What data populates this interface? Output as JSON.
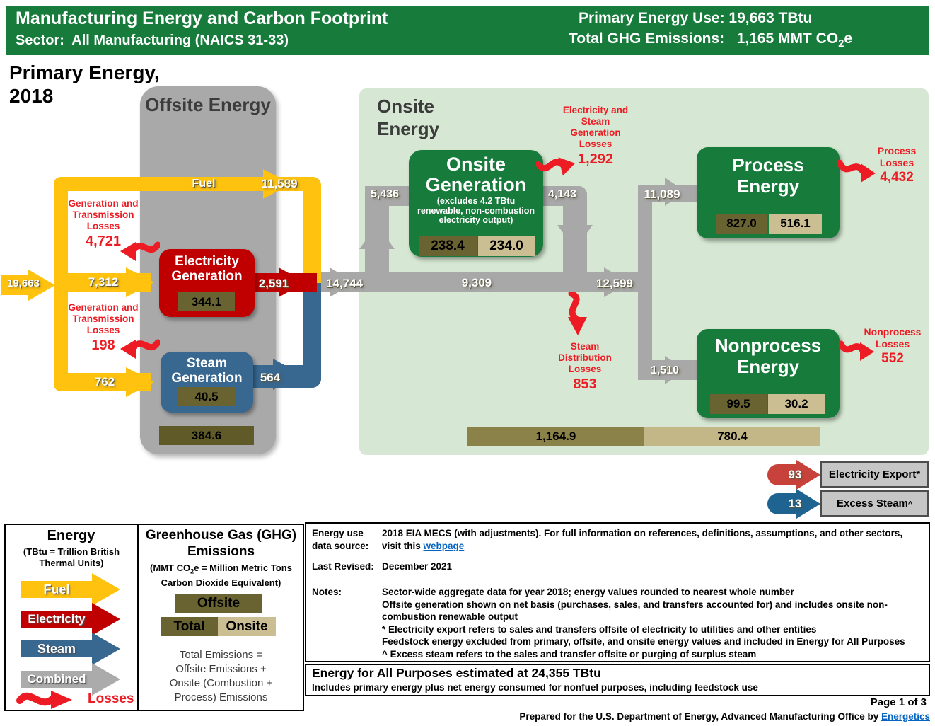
{
  "colors": {
    "header_green": "#177B3C",
    "panel_green": "#D6E8D3",
    "fuel_yellow": "#FFC20E",
    "electricity_red": "#C00000",
    "steam_blue": "#38678F",
    "combined_gray": "#A8A8A8",
    "losses_red": "#ED1C24",
    "ghg_offsite_olive": "#696331",
    "ghg_onsite_tan": "#CBBE93",
    "link_blue": "#0563C1"
  },
  "header": {
    "title": "Manufacturing Energy and Carbon Footprint",
    "sector": "Sector:  All Manufacturing (NAICS 31-33)",
    "primary_energy": "Primary Energy Use: 19,663 TBtu",
    "ghg_pre": "Total GHG Emissions:   1,165 MMT CO",
    "ghg_sub": "2",
    "ghg_post": "e"
  },
  "diagram": {
    "period_line1": "Primary Energy,",
    "period_line2": "2018",
    "input_value": "19,663",
    "offsite": {
      "title": "Offsite Energy",
      "fuel_label": "Fuel",
      "fuel_value": "11,589",
      "electricity_in": "7,312",
      "steam_in": "762",
      "electricity_generation": {
        "title": "Electricity Generation",
        "ghg": "344.1",
        "output": "2,591",
        "losses_label": "Generation and Transmission Losses",
        "losses_value": "4,721"
      },
      "steam_generation": {
        "title": "Steam Generation",
        "ghg": "40.5",
        "output": "564",
        "losses_label": "Generation and Transmission Losses",
        "losses_value": "198"
      },
      "ghg_total": "384.6"
    },
    "combined_input": "14,744",
    "onsite": {
      "title": "Onsite Energy",
      "generation": {
        "title": "Onsite Generation",
        "note": "(excludes 4.2 TBtu renewable, non-combustion electricity output)",
        "input": "5,436",
        "output": "4,143",
        "ghg_total": "238.4",
        "ghg_onsite": "234.0",
        "losses_label": "Electricity and Steam Generation Losses",
        "losses_value": "1,292"
      },
      "combined_mid": "9,309",
      "combined_out": "12,599",
      "steam_distribution_losses_label": "Steam Distribution Losses",
      "steam_distribution_losses_value": "853",
      "process": {
        "input": "11,089",
        "title": "Process Energy",
        "ghg_total": "827.0",
        "ghg_onsite": "516.1",
        "losses_label": "Process Losses",
        "losses_value": "4,432"
      },
      "nonprocess": {
        "input": "1,510",
        "title": "Nonprocess Energy",
        "ghg_total": "99.5",
        "ghg_onsite": "30.2",
        "losses_label": "Nonprocess Losses",
        "losses_value": "552"
      },
      "ghg_bar_total": "1,164.9",
      "ghg_bar_onsite": "780.4"
    },
    "exports": {
      "electricity_value": "93",
      "electricity_label": "Electricity Export*",
      "steam_value": "13",
      "steam_label": "Excess Steam",
      "steam_sup": "^"
    }
  },
  "legend_energy": {
    "title": "Energy",
    "subtitle": "(TBtu = Trillion British Thermal Units)",
    "items": [
      "Fuel",
      "Electricity",
      "Steam",
      "Combined"
    ],
    "losses_label": "Losses"
  },
  "legend_ghg": {
    "title": "Greenhouse Gas (GHG) Emissions",
    "subtitle_pre": "(MMT CO",
    "subtitle_sub": "2",
    "subtitle_post": "e = Million Metric Tons Carbon Dioxide Equivalent)",
    "offsite_label": "Offsite",
    "total_label": "Total",
    "onsite_label": "Onsite",
    "formula_lines": [
      "Total Emissions =",
      "Offsite Emissions +",
      "Onsite (Combustion +",
      "Process) Emissions"
    ]
  },
  "notes": {
    "source_label": "Energy use data source:",
    "source_text": "2018 EIA MECS (with adjustments). For full information on references, definitions, assumptions, and other sectors, visit this ",
    "source_link": "webpage",
    "revised_label": "Last Revised:",
    "revised_value": "December 2021",
    "notes_label": "Notes:",
    "lines": [
      "Sector-wide aggregate data for year 2018; energy values rounded to nearest whole number",
      "Offsite generation shown on net basis (purchases, sales, and transfers accounted for) and includes onsite non-combustion renewable output",
      "* Electricity export refers to sales and transfers offsite of electricity to utilities and other entities",
      "Feedstock energy excluded from primary, offsite, and onsite energy values and included in Energy for All Purposes",
      "^ Excess steam refers to the sales and transfer offsite or purging of surplus steam"
    ]
  },
  "energy_all_purposes": {
    "title": "Energy for All Purposes estimated at 24,355 TBtu",
    "subtitle": "Includes primary energy plus net energy consumed for nonfuel purposes, including feedstock use"
  },
  "footer": {
    "page": "Page 1 of 3",
    "prepared_text": "Prepared for the U.S. Department of Energy, Advanced Manufacturing Office by ",
    "prepared_link": "Energetics"
  }
}
